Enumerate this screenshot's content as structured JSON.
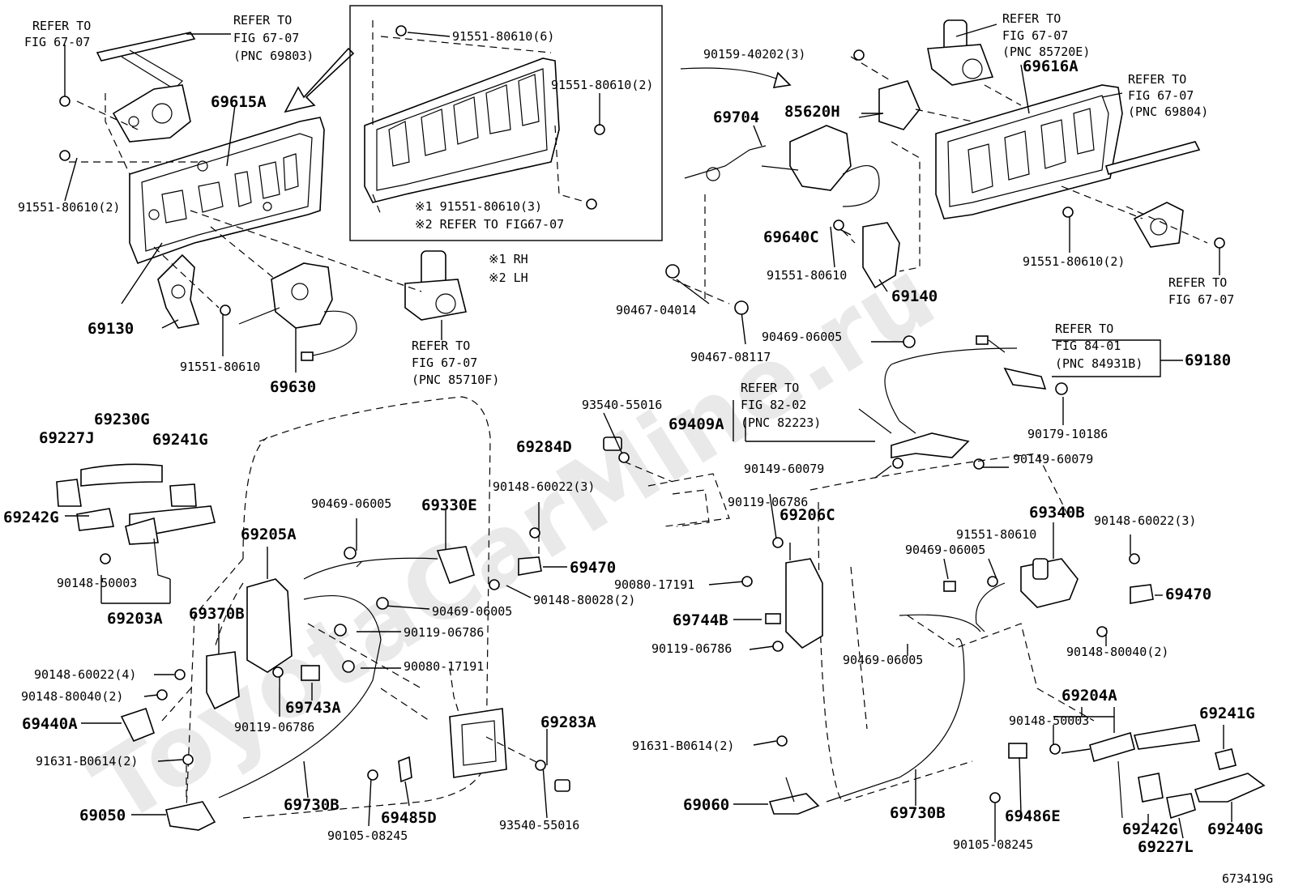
{
  "figure_code": "673419G",
  "watermark": "ToyotaCarMine.ru",
  "legend": {
    "rh": "※1  RH",
    "lh": "※2  LH"
  },
  "refs": {
    "r1": "REFER TO",
    "r1b": "FIG 67-07",
    "r2": "REFER TO",
    "r2b": "FIG 67-07",
    "r2c": "(PNC 69803)",
    "r3": "REFER TO",
    "r3b": "FIG 67-07",
    "r3c": "(PNC 85710F)",
    "r4": "REFER TO",
    "r4b": "FIG 67-07",
    "r4c": "(PNC 85720E)",
    "r5": "REFER TO",
    "r5b": "FIG 67-07",
    "r5c": "(PNC 69804)",
    "r6": "REFER TO",
    "r6b": "FIG 67-07",
    "r7": "REFER TO",
    "r7b": "FIG 84-01",
    "r7c": "(PNC 84931B)",
    "r8": "REFER TO",
    "r8b": "FIG 82-02",
    "r8c": "(PNC 82223)"
  },
  "inset": {
    "l1": "91551-80610(6)",
    "l2": "91551-80610(2)",
    "l3": "※1 91551-80610(3)",
    "l4": "※2 REFER TO FIG67-07"
  },
  "parts": {
    "p69615A": "69615A",
    "p91551_2a": "91551-80610(2)",
    "p69130": "69130",
    "p91551a": "91551-80610",
    "p69630": "69630",
    "p90159": "90159-40202(3)",
    "p69704": "69704",
    "p85620H": "85620H",
    "p69640C": "69640C",
    "p91551b": "91551-80610",
    "p69140": "69140",
    "p69616A": "69616A",
    "p91551_2b": "91551-80610(2)",
    "p90467a": "90467-04014",
    "p90467b": "90467-08117",
    "p90469a": "90469-06005",
    "p69180": "69180",
    "p90179": "90179-10186",
    "p69409A": "69409A",
    "p93540a": "93540-55016",
    "p69284D": "69284D",
    "p90149a": "90149-60079",
    "p90149b": "90149-60079",
    "p69230G": "69230G",
    "p69227J": "69227J",
    "p69241Ga": "69241G",
    "p69242Ga": "69242G",
    "p90148_50003a": "90148-50003",
    "p69203A": "69203A",
    "p90469b": "90469-06005",
    "p69330E": "69330E",
    "p90148_3a": "90148-60022(3)",
    "p69205A": "69205A",
    "p69470a": "69470",
    "p90148_80028": "90148-80028(2)",
    "p90469c": "90469-06005",
    "p90119a": "90119-06786",
    "p69370B": "69370B",
    "p90148_4": "90148-60022(4)",
    "p90148_80040a": "90148-80040(2)",
    "p69440A": "69440A",
    "p90080a": "90080-17191",
    "p69743A": "69743A",
    "p90119b": "90119-06786",
    "p91631a": "91631-B0614(2)",
    "p69050": "69050",
    "p69730Ba": "69730B",
    "p69485D": "69485D",
    "p90105a": "90105-08245",
    "p69283A": "69283A",
    "p93540b": "93540-55016",
    "p90119c": "90119-06786",
    "p69206C": "69206C",
    "p90080b": "90080-17191",
    "p69744B": "69744B",
    "p90119d": "90119-06786",
    "p69340B": "69340B",
    "p90148_3b": "90148-60022(3)",
    "p91551c": "91551-80610",
    "p90469d": "90469-06005",
    "p69470b": "69470",
    "p90469e": "90469-06005",
    "p90148_80040b": "90148-80040(2)",
    "p69204A": "69204A",
    "p90148_50003b": "90148-50003",
    "p69241Gb": "69241G",
    "p91631b": "91631-B0614(2)",
    "p69060": "69060",
    "p69730Bb": "69730B",
    "p69486E": "69486E",
    "p90105b": "90105-08245",
    "p69242Gb": "69242G",
    "p69227L": "69227L",
    "p69240G": "69240G"
  }
}
